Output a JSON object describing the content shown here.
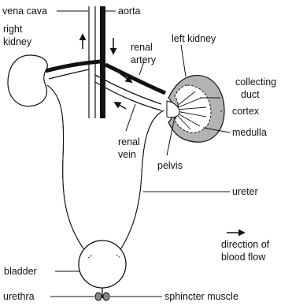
{
  "labels": {
    "vena_cava": "vena cava",
    "aorta": "aorta",
    "right_kidney_l1": "right",
    "right_kidney_l2": "kidney",
    "left_kidney": "left kidney",
    "renal_artery_l1": "renal",
    "renal_artery_l2": "artery",
    "collecting_duct_l1": "collecting",
    "collecting_duct_l2": "duct",
    "cortex": "cortex",
    "medulla": "medulla",
    "renal_vein_l1": "renal",
    "renal_vein_l2": "vein",
    "pelvis": "pelvis",
    "ureter": "ureter",
    "direction_l1": "direction of",
    "direction_l2": "blood flow",
    "bladder": "bladder",
    "urethra": "urethra",
    "sphincter": "sphincter muscle"
  },
  "colors": {
    "outline": "#111111",
    "cortex_fill": "#b3b3b3",
    "medulla_fill": "#ffffff",
    "vessel_dark": "#111111",
    "background": "#ffffff"
  },
  "icons": {
    "flow_arrow": "right-arrow-icon"
  }
}
